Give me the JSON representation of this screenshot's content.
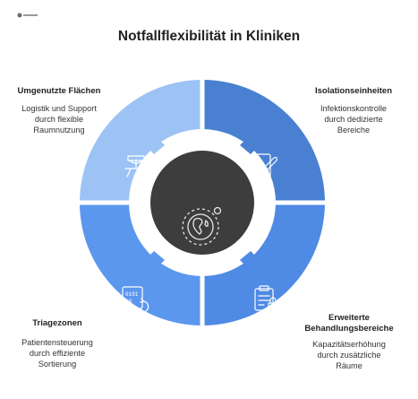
{
  "title": "Notfallflexibilität in Kliniken",
  "logo": {
    "icon": "napkin-logo-icon"
  },
  "center": {
    "icon": "globe-icon"
  },
  "segments": [
    {
      "key": "top-left",
      "heading": "Umgenutzte Flächen",
      "desc": [
        "Logistik und Support",
        "durch flexible",
        "Raumnutzung"
      ],
      "color": "#9dc3f5",
      "icon": "desk-chair-icon"
    },
    {
      "key": "top-right",
      "heading": "Isolationseinheiten",
      "desc": [
        "Infektionskontrolle",
        "durch dedizierte",
        "Bereiche"
      ],
      "color": "#4a80d2",
      "icon": "phone-rocket-icon"
    },
    {
      "key": "bottom-right",
      "heading": [
        "Erweiterte",
        "Behandlungsbereiche"
      ],
      "desc": [
        "Kapazitätserhöhung",
        "durch zusätzliche",
        "Räume"
      ],
      "color": "#4f8ae4",
      "icon": "clipboard-lock-icon"
    },
    {
      "key": "bottom-left",
      "heading": "Triagezonen",
      "desc": [
        "Patientensteuerung",
        "durch effiziente",
        "Sortierung"
      ],
      "color": "#5c97ee",
      "icon": "binary-refresh-icon"
    }
  ]
}
